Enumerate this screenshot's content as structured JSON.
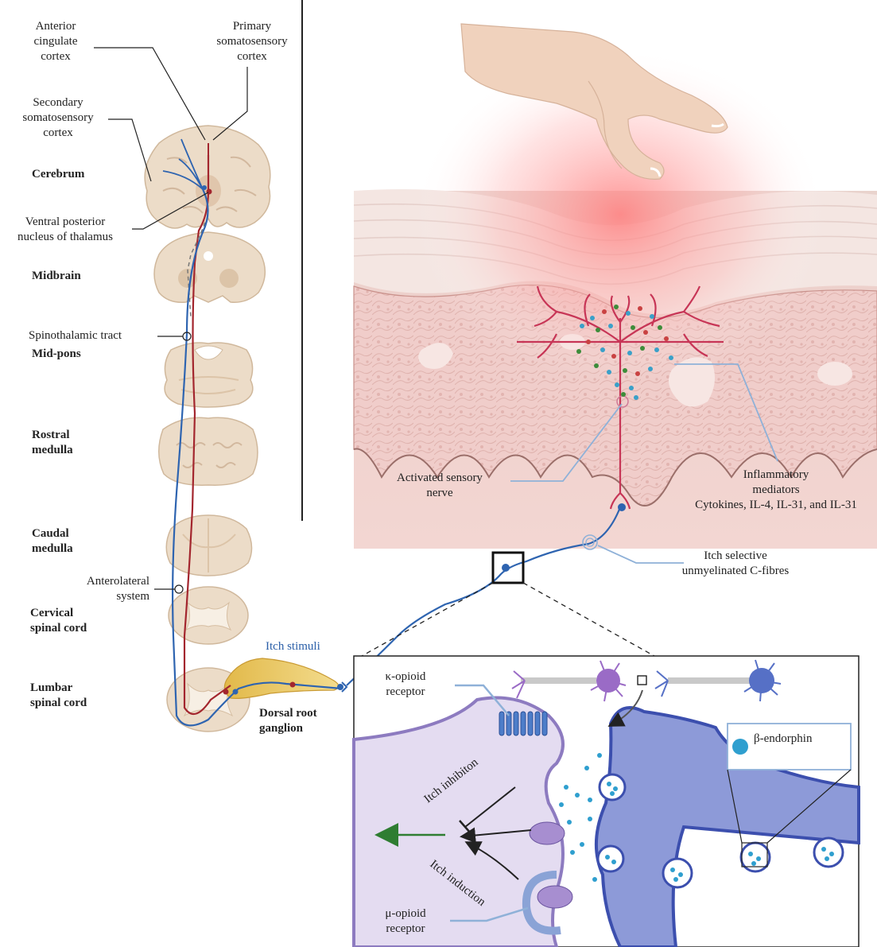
{
  "labels": {
    "anterior_cingulate_cortex": [
      "Anterior",
      "cingulate",
      "cortex"
    ],
    "primary_somatosensory_cortex": [
      "Primary",
      "somatosensory",
      "cortex"
    ],
    "secondary_somatosensory_cortex": [
      "Secondary",
      "somatosensory",
      "cortex"
    ],
    "cerebrum": "Cerebrum",
    "ventral_posterior_nucleus": [
      "Ventral posterior",
      "nucleus of thalamus"
    ],
    "midbrain": "Midbrain",
    "spinothalamic_tract": "Spinothalamic tract",
    "mid_pons": "Mid-pons",
    "rostral_medulla": [
      "Rostral",
      "medulla"
    ],
    "caudal_medulla": [
      "Caudal",
      "medulla"
    ],
    "anterolateral_system": [
      "Anterolateral",
      "system"
    ],
    "cervical_spinal_cord": [
      "Cervical",
      "spinal cord"
    ],
    "lumbar_spinal_cord": [
      "Lumbar",
      "spinal cord"
    ],
    "dorsal_root_ganglion": [
      "Dorsal root",
      "ganglion"
    ],
    "itch_stimuli": "Itch stimuli",
    "activated_sensory_nerve": [
      "Activated sensory",
      "nerve"
    ],
    "inflammatory_mediators": [
      "Inflammatory",
      "mediators",
      "Cytokines, IL-4, IL-31, and IL-31"
    ],
    "itch_selective_c_fibres": [
      "Itch selective",
      "unmyelinated C-fibres"
    ],
    "kappa_opioid_receptor": [
      "κ-opioid",
      "receptor"
    ],
    "mu_opioid_receptor": [
      "μ-opioid",
      "receptor"
    ],
    "beta_endorphin": "β-endorphin",
    "itch_inhibition": "Itch inhibiton",
    "itch_induction": "Itch induction"
  },
  "colors": {
    "neural_tissue": "#ecdcc8",
    "neural_tissue_dark": "#d9c2a8",
    "afferent_blue": "#2e64b0",
    "tract_red": "#a3262e",
    "skin_pink": "#f1cdca",
    "inflammation_glow": "#ff8c8c",
    "presynaptic_blue": "#8d9ad8",
    "postsynaptic_lilac": "#e4dcf1",
    "green_arrow": "#2f7d32"
  }
}
